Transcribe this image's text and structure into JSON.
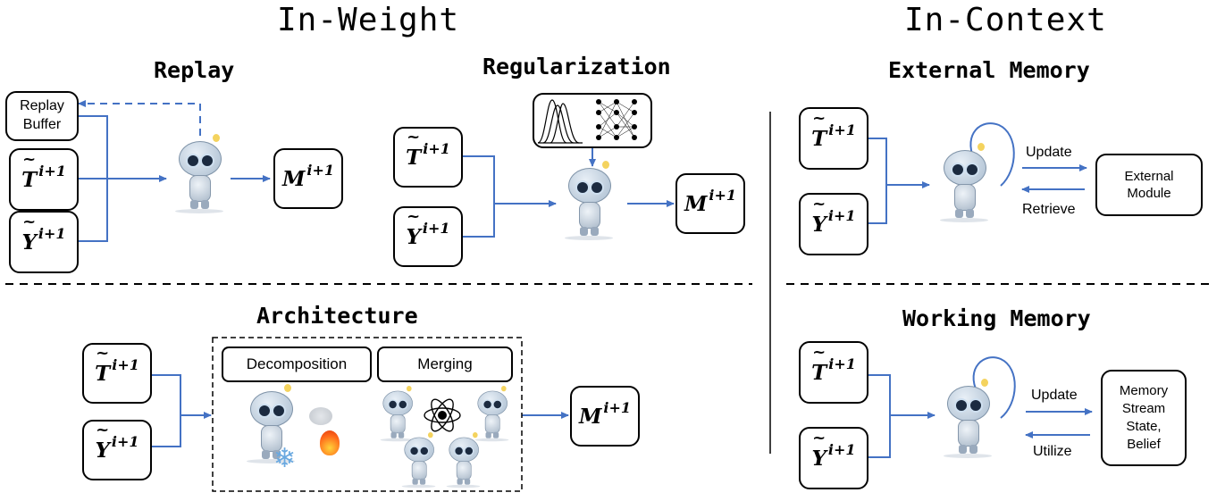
{
  "titles": {
    "in_weight": "In-Weight",
    "in_context": "In-Context",
    "replay": "Replay",
    "regularization": "Regularization",
    "architecture": "Architecture",
    "external_memory": "External Memory",
    "working_memory": "Working Memory"
  },
  "variables": {
    "t_base": "T",
    "y_base": "Y",
    "m_base": "M",
    "superscript": "i+1"
  },
  "labels": {
    "replay_buffer": "Replay\nBuffer",
    "decomposition": "Decomposition",
    "merging": "Merging",
    "update": "Update",
    "retrieve": "Retrieve",
    "utilize": "Utilize",
    "external_module": "External\nModule",
    "memory_stream": "Memory\nStream\nState,\nBelief"
  },
  "colors": {
    "arrow": "#4472c4",
    "divider": "#000000"
  }
}
